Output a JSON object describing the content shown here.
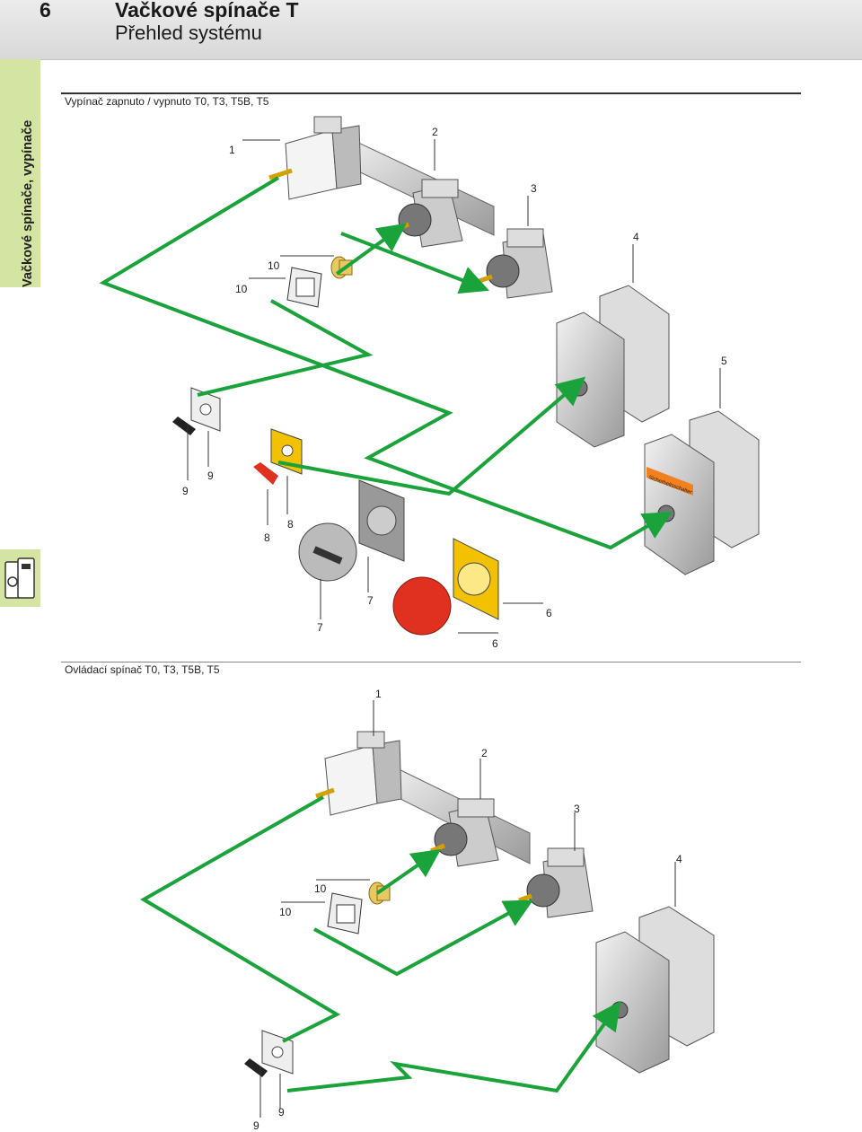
{
  "header": {
    "chapter": "6",
    "title": "Vačkové spínače T",
    "subtitle": "Přehled systému"
  },
  "side_tab": {
    "label": "Vačkové spínače, vypínače",
    "icon": "cam-switch-icon",
    "color": "#d3e4a3"
  },
  "section1": {
    "title": "Vypínač zapnuto / vypnuto T0, T3, T5B, T5",
    "labels": [
      "1",
      "2",
      "3",
      "4",
      "5",
      "10",
      "10",
      "9",
      "9",
      "8",
      "8",
      "7",
      "7",
      "6",
      "6"
    ],
    "enclosure_label": "Sicherheitsschalter"
  },
  "section2": {
    "title": "Ovládací spínač T0, T3, T5B, T5",
    "labels": [
      "1",
      "2",
      "3",
      "4",
      "10",
      "10",
      "9",
      "9"
    ]
  },
  "colors": {
    "arrow": "#1aa33a",
    "metal": "#c9c9c9",
    "yellow": "#f2c200",
    "red": "#e03020",
    "orange": "#f08020"
  }
}
